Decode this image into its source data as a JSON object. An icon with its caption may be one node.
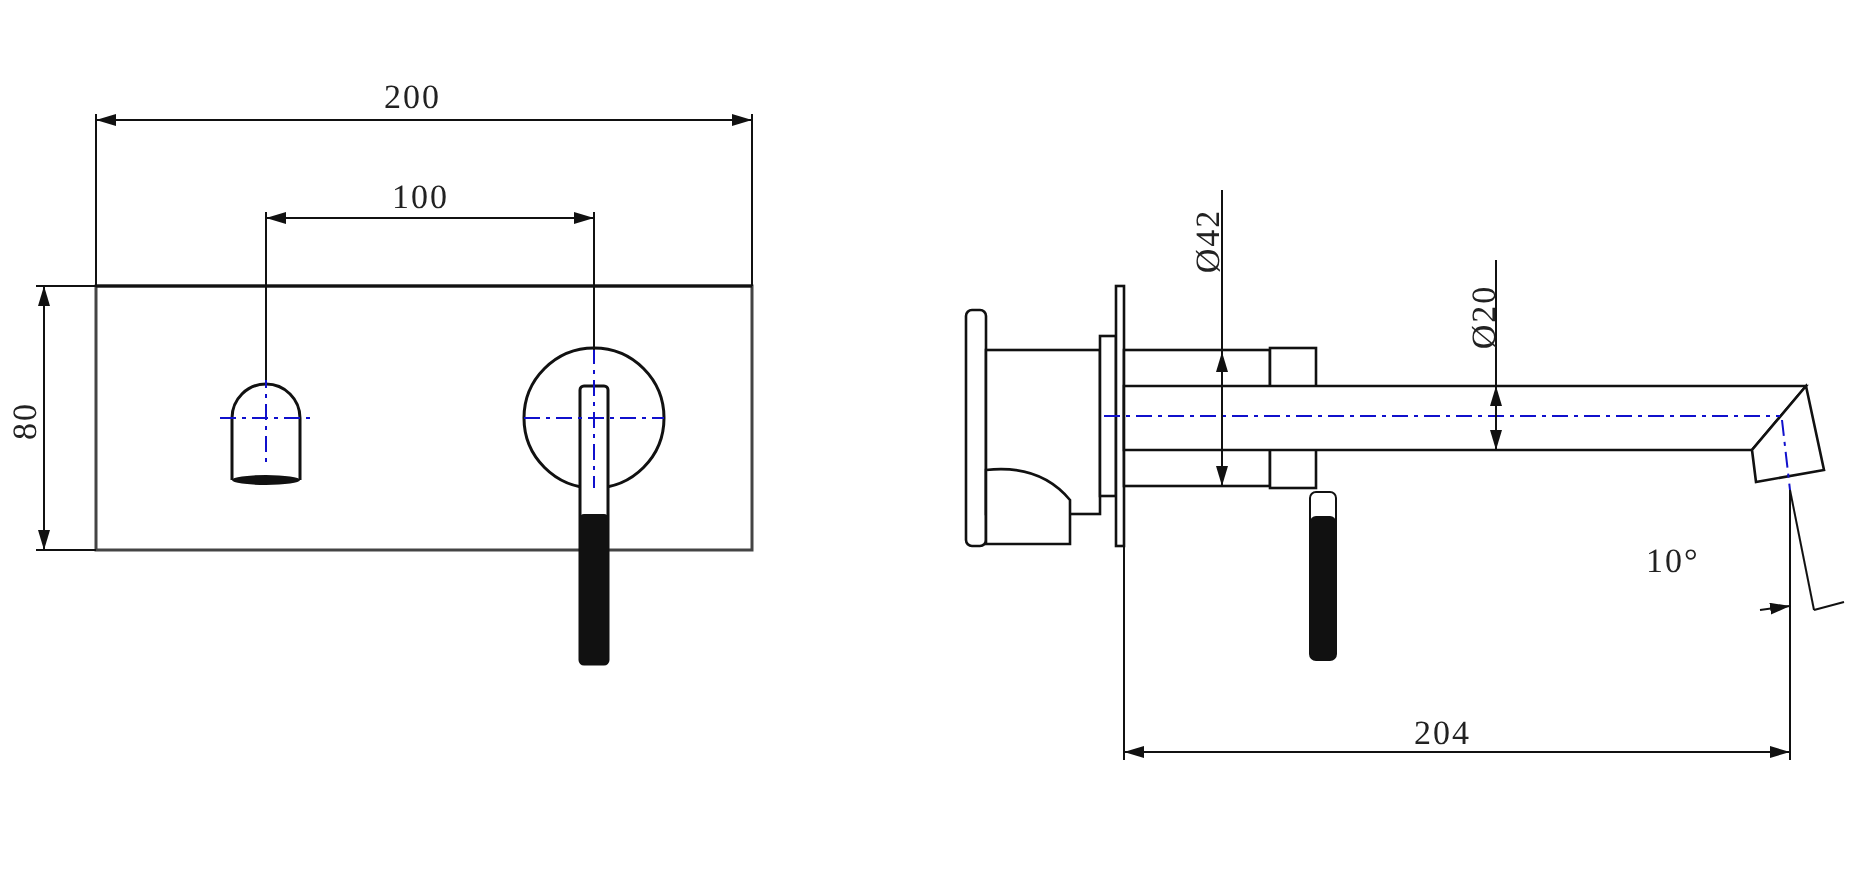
{
  "diagram": {
    "labels": [
      "200",
      "100",
      "80",
      "Ø42",
      "Ø20",
      "10°",
      "204"
    ]
  }
}
